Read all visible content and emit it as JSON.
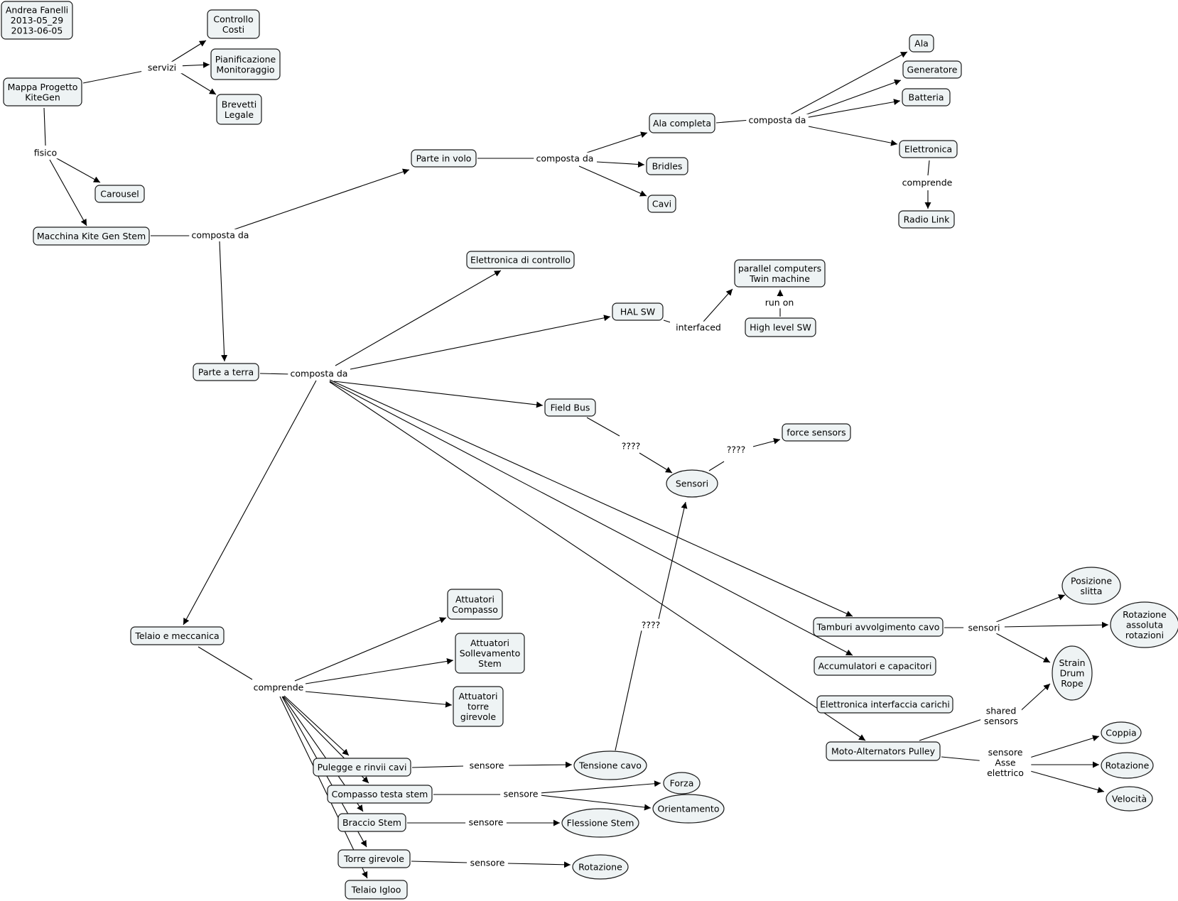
{
  "concepts": [
    {
      "id": "author",
      "lines": [
        "Andrea Fanelli",
        "2013-05_29",
        "2013-06-05"
      ],
      "shape": "rect"
    },
    {
      "id": "mappa",
      "lines": [
        "Mappa Progetto",
        "KiteGen"
      ],
      "shape": "rect"
    },
    {
      "id": "controllo",
      "lines": [
        "Controllo",
        "Costi"
      ],
      "shape": "rect"
    },
    {
      "id": "pianificazione",
      "lines": [
        "Pianificazione",
        "Monitoraggio"
      ],
      "shape": "rect"
    },
    {
      "id": "brevetti",
      "lines": [
        "Brevetti",
        "Legale"
      ],
      "shape": "rect"
    },
    {
      "id": "carousel",
      "lines": [
        "Carousel"
      ],
      "shape": "rect"
    },
    {
      "id": "macchina",
      "lines": [
        "Macchina Kite Gen Stem"
      ],
      "shape": "rect"
    },
    {
      "id": "parte-volo",
      "lines": [
        "Parte in volo"
      ],
      "shape": "rect"
    },
    {
      "id": "ala-completa",
      "lines": [
        "Ala completa"
      ],
      "shape": "rect"
    },
    {
      "id": "bridles",
      "lines": [
        "Bridles"
      ],
      "shape": "rect"
    },
    {
      "id": "cavi",
      "lines": [
        "Cavi"
      ],
      "shape": "rect"
    },
    {
      "id": "ala",
      "lines": [
        "Ala"
      ],
      "shape": "rect"
    },
    {
      "id": "generatore",
      "lines": [
        "Generatore"
      ],
      "shape": "rect"
    },
    {
      "id": "batteria",
      "lines": [
        "Batteria"
      ],
      "shape": "rect"
    },
    {
      "id": "elettronica",
      "lines": [
        "Elettronica"
      ],
      "shape": "rect"
    },
    {
      "id": "radio-link",
      "lines": [
        "Radio Link"
      ],
      "shape": "rect"
    },
    {
      "id": "elettronica-controllo",
      "lines": [
        "Elettronica di controllo"
      ],
      "shape": "rect"
    },
    {
      "id": "hal-sw",
      "lines": [
        "HAL SW"
      ],
      "shape": "rect"
    },
    {
      "id": "parallel",
      "lines": [
        "parallel computers",
        "Twin machine"
      ],
      "shape": "rect"
    },
    {
      "id": "high-level",
      "lines": [
        "High level SW"
      ],
      "shape": "rect"
    },
    {
      "id": "parte-terra",
      "lines": [
        "Parte a terra"
      ],
      "shape": "rect"
    },
    {
      "id": "field-bus",
      "lines": [
        "Field Bus"
      ],
      "shape": "rect"
    },
    {
      "id": "force-sensors",
      "lines": [
        "force sensors"
      ],
      "shape": "rect"
    },
    {
      "id": "sensori",
      "lines": [
        "Sensori"
      ],
      "shape": "ellipse"
    },
    {
      "id": "posizione",
      "lines": [
        "Posizione",
        "slitta"
      ],
      "shape": "ellipse"
    },
    {
      "id": "rotazione-assoluta",
      "lines": [
        "Rotazione",
        "assoluta",
        "rotazioni"
      ],
      "shape": "ellipse"
    },
    {
      "id": "tamburi",
      "lines": [
        "Tamburi avvolgimento cavo"
      ],
      "shape": "rect"
    },
    {
      "id": "strain",
      "lines": [
        "Strain",
        "Drum",
        "Rope"
      ],
      "shape": "ellipse"
    },
    {
      "id": "accumulatori",
      "lines": [
        "Accumulatori e capacitori"
      ],
      "shape": "rect"
    },
    {
      "id": "elettronica-carichi",
      "lines": [
        "Elettronica interfaccia carichi"
      ],
      "shape": "rect"
    },
    {
      "id": "moto",
      "lines": [
        "Moto-Alternators Pulley"
      ],
      "shape": "rect"
    },
    {
      "id": "coppia",
      "lines": [
        "Coppia"
      ],
      "shape": "ellipse"
    },
    {
      "id": "rotazione-r",
      "lines": [
        "Rotazione"
      ],
      "shape": "ellipse"
    },
    {
      "id": "velocita",
      "lines": [
        "Velocità"
      ],
      "shape": "ellipse"
    },
    {
      "id": "telaio",
      "lines": [
        "Telaio e meccanica"
      ],
      "shape": "rect"
    },
    {
      "id": "att-compasso",
      "lines": [
        "Attuatori",
        "Compasso"
      ],
      "shape": "rect"
    },
    {
      "id": "att-sollevamento",
      "lines": [
        "Attuatori",
        "Sollevamento",
        "Stem"
      ],
      "shape": "rect"
    },
    {
      "id": "att-torre",
      "lines": [
        "Attuatori",
        "torre",
        "girevole"
      ],
      "shape": "rect"
    },
    {
      "id": "pulegge",
      "lines": [
        "Pulegge e rinvii cavi"
      ],
      "shape": "rect"
    },
    {
      "id": "tensione",
      "lines": [
        "Tensione cavo"
      ],
      "shape": "ellipse"
    },
    {
      "id": "compasso-testa",
      "lines": [
        "Compasso testa stem"
      ],
      "shape": "rect"
    },
    {
      "id": "forza",
      "lines": [
        "Forza"
      ],
      "shape": "ellipse"
    },
    {
      "id": "orientamento",
      "lines": [
        "Orientamento"
      ],
      "shape": "ellipse"
    },
    {
      "id": "braccio",
      "lines": [
        "Braccio Stem"
      ],
      "shape": "rect"
    },
    {
      "id": "flessione",
      "lines": [
        "Flessione Stem"
      ],
      "shape": "ellipse"
    },
    {
      "id": "torre",
      "lines": [
        "Torre girevole"
      ],
      "shape": "rect"
    },
    {
      "id": "rotazione-b",
      "lines": [
        "Rotazione"
      ],
      "shape": "ellipse"
    },
    {
      "id": "telaio-igloo",
      "lines": [
        "Telaio Igloo"
      ],
      "shape": "rect"
    }
  ],
  "linking_phrases": [
    {
      "id": "lp-servizi",
      "lines": [
        "servizi"
      ]
    },
    {
      "id": "lp-fisico",
      "lines": [
        "fisico"
      ]
    },
    {
      "id": "lp-composta-macchina",
      "lines": [
        "composta da"
      ]
    },
    {
      "id": "lp-composta-volo",
      "lines": [
        "composta da"
      ]
    },
    {
      "id": "lp-composta-ala",
      "lines": [
        "composta da"
      ]
    },
    {
      "id": "lp-comprende-elettronica",
      "lines": [
        "comprende"
      ]
    },
    {
      "id": "lp-interfaced",
      "lines": [
        "interfaced"
      ]
    },
    {
      "id": "lp-run-on",
      "lines": [
        "run on"
      ]
    },
    {
      "id": "lp-composta-terra",
      "lines": [
        "composta da"
      ]
    },
    {
      "id": "lp-q-fieldbus",
      "lines": [
        "????"
      ]
    },
    {
      "id": "lp-q-force",
      "lines": [
        "????"
      ]
    },
    {
      "id": "lp-sensori-tamburi",
      "lines": [
        "sensori"
      ]
    },
    {
      "id": "lp-shared",
      "lines": [
        "shared",
        "sensors"
      ]
    },
    {
      "id": "lp-sensore-asse",
      "lines": [
        "sensore",
        "Asse",
        "elettrico"
      ]
    },
    {
      "id": "lp-comprende-telaio",
      "lines": [
        "comprende"
      ]
    },
    {
      "id": "lp-sensore-pulegge",
      "lines": [
        "sensore"
      ]
    },
    {
      "id": "lp-q-tensione",
      "lines": [
        "????"
      ]
    },
    {
      "id": "lp-sensore-compasso",
      "lines": [
        "sensore"
      ]
    },
    {
      "id": "lp-sensore-braccio",
      "lines": [
        "sensore"
      ]
    },
    {
      "id": "lp-sensore-torre",
      "lines": [
        "sensore"
      ]
    }
  ]
}
